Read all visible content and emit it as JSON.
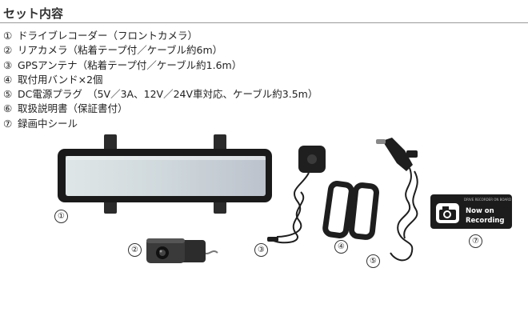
{
  "section": {
    "title": "セット内容"
  },
  "items": [
    {
      "num": "①",
      "text": "ドライブレコーダー（フロントカメラ）"
    },
    {
      "num": "②",
      "text": "リアカメラ（粘着テープ付／ケーブル約6m）"
    },
    {
      "num": "③",
      "text": "GPSアンテナ（粘着テープ付／ケーブル約1.6m）"
    },
    {
      "num": "④",
      "text": "取付用バンド×2個"
    },
    {
      "num": "⑤",
      "text": "DC電源プラグ　（5V／3A、12V／24V車対応、ケーブル約3.5m）"
    },
    {
      "num": "⑥",
      "text": "取扱説明書（保証書付）"
    },
    {
      "num": "⑦",
      "text": "録画中シール"
    }
  ],
  "figure": {
    "labels": [
      "①",
      "②",
      "③",
      "④",
      "⑤",
      "⑦"
    ],
    "sticker": {
      "tiny_text": "DRIVE RECORDER ON BOARD",
      "line1": "Now on",
      "line2": "Recording"
    }
  }
}
